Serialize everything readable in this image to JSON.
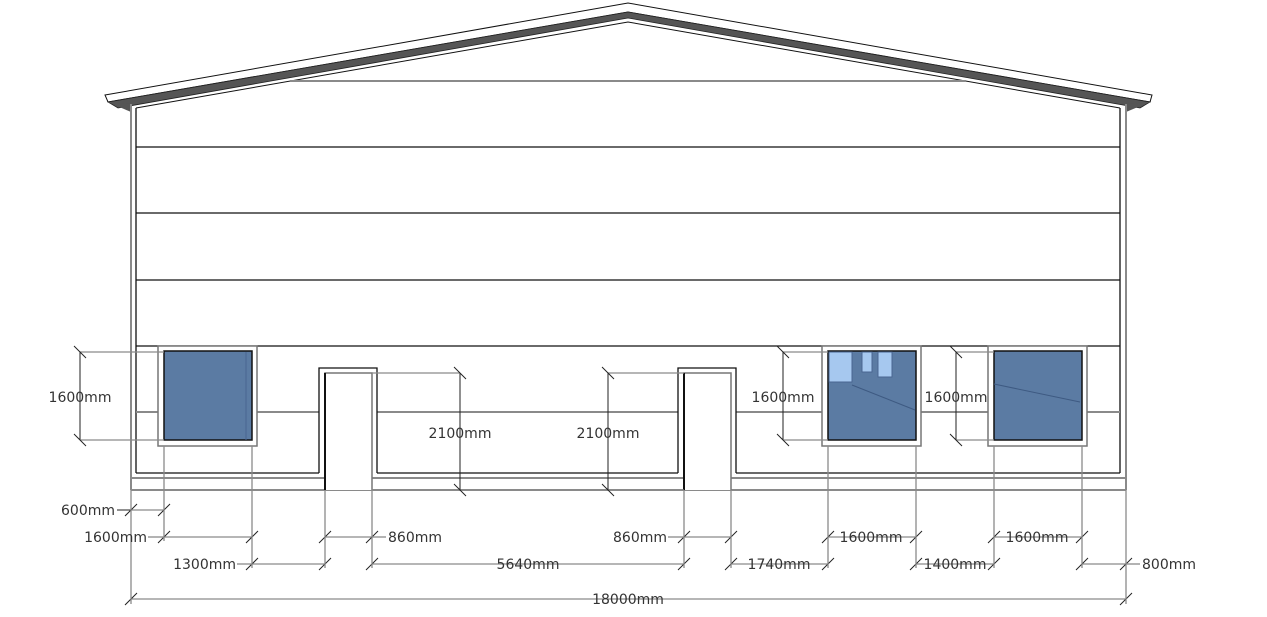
{
  "drawing": {
    "type": "building-front-elevation",
    "colors": {
      "glass": "#5b7ba3",
      "glass_reflection": "#a6c8ef",
      "roof_band": "#555555",
      "line": "#111111",
      "dimension_line": "#8a8a8a"
    }
  },
  "dimensions": {
    "window1_height": "1600mm",
    "door1_height": "2100mm",
    "door2_height": "2100mm",
    "window2_height": "1600mm",
    "window3_height": "1600mm",
    "left_offset": "600mm",
    "window1_width": "1600mm",
    "door1_width": "860mm",
    "door2_width": "860mm",
    "window2_width": "1600mm",
    "window3_width": "1600mm",
    "gap_window1_door1": "1300mm",
    "gap_door1_door2": "5640mm",
    "gap_door2_window2": "1740mm",
    "gap_window2_window3": "1400mm",
    "right_offset": "800mm",
    "total_width": "18000mm"
  }
}
